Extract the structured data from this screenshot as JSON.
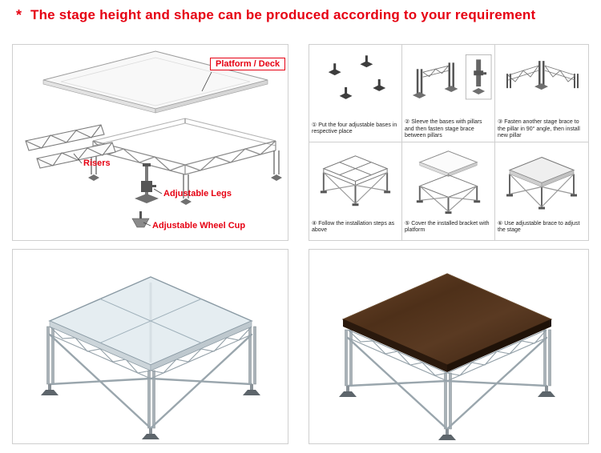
{
  "colors": {
    "accent_red": "#e60012",
    "panel_border": "#cfcfcf"
  },
  "title": {
    "marker": "*",
    "text": "The stage height and shape can be produced according to your requirement"
  },
  "exploded": {
    "labels": {
      "platform": "Platform / Deck",
      "risers": "Risers",
      "legs": "Adjustable Legs",
      "wheel_cup": "Adjustable Wheel Cup"
    }
  },
  "steps": [
    {
      "caption": "① Put the four adjustable bases in respective place"
    },
    {
      "caption": "② Sleeve the bases with pillars and then fasten stage brace between pillars"
    },
    {
      "caption": "③ Fasten another stage brace to the pillar in 90° angle, then install new pillar"
    },
    {
      "caption": "④ Follow the installation steps as above"
    },
    {
      "caption": "⑤ Cover the installed bracket with platform"
    },
    {
      "caption": "⑥ Use adjustable brace to adjust the stage"
    }
  ]
}
